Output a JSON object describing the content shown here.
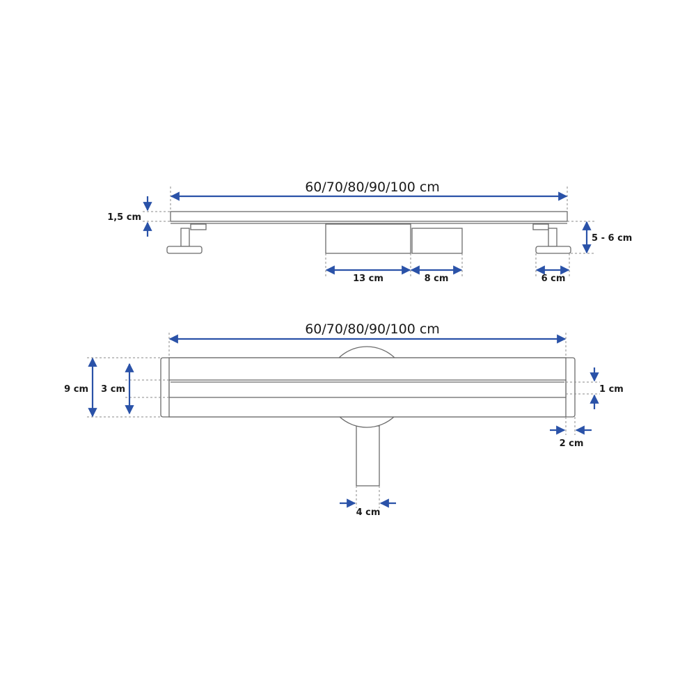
{
  "colors": {
    "accent": "#2a52a8",
    "outline": "#6b6b6b",
    "text": "#1a1a1a"
  },
  "side_view": {
    "length_label": "60/70/80/90/100 cm",
    "thickness_label": "1,5 cm",
    "height_label": "5 - 6 cm",
    "outlet_label": "13 cm",
    "trap_label": "8 cm",
    "foot_label": "6 cm"
  },
  "top_view": {
    "length_label": "60/70/80/90/100 cm",
    "total_width_label": "9 cm",
    "grate_width_label": "3 cm",
    "flange_label": "1 cm",
    "edge_label": "2 cm",
    "pipe_label": "4 cm"
  }
}
